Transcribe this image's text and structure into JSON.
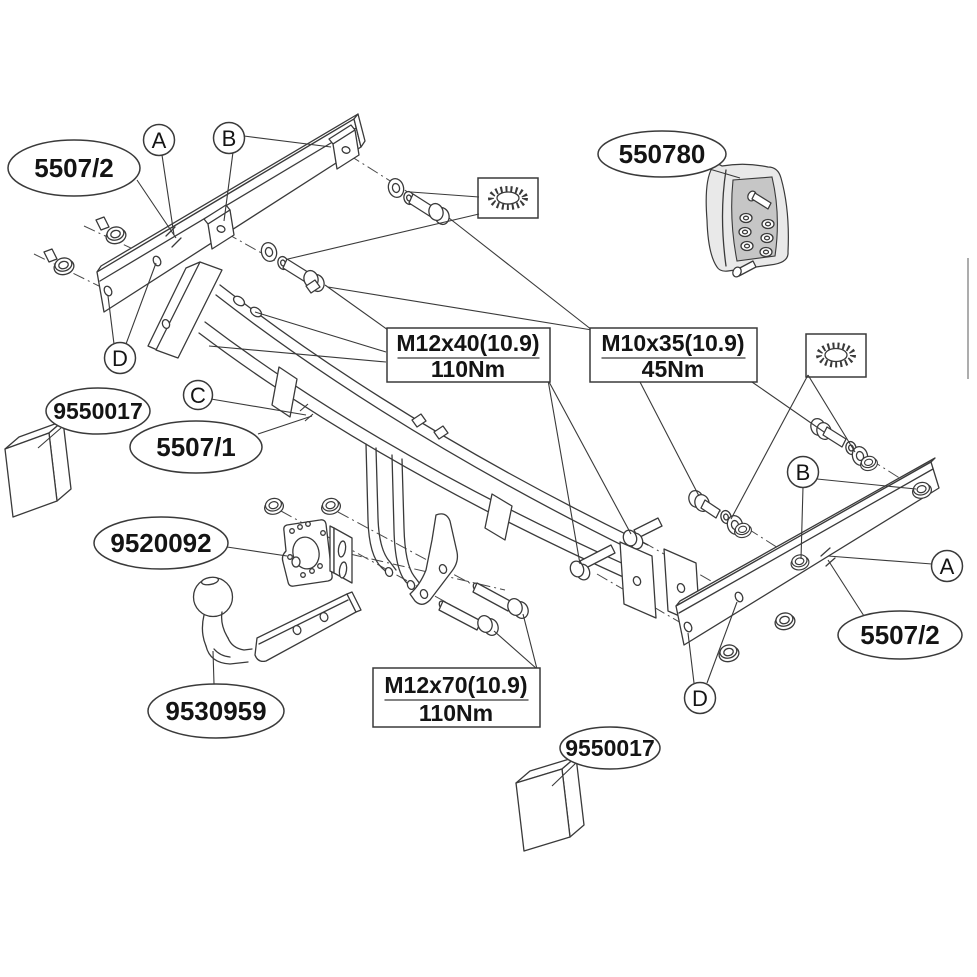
{
  "diagram": {
    "type": "exploded-parts-diagram",
    "subject": "towbar-assembly-fitting-instructions",
    "colors": {
      "background": "#ffffff",
      "line": "#3a3a3a",
      "label_text": "#141414",
      "bag_shade": "#c6c6c6"
    },
    "callouts": {
      "rail_left_kit": "5507/2",
      "fixings_bag": "550780",
      "spacer_left": "9550017",
      "crossbar": "5507/1",
      "flange_plate": "9520092",
      "towball": "9530959",
      "rail_right_kit": "5507/2",
      "spacer_bottom": "9550017"
    },
    "ref_markers": {
      "a_top": "A",
      "b_top": "B",
      "d_left": "D",
      "c_center": "C",
      "b_right": "B",
      "a_right": "A",
      "d_right": "D"
    },
    "torque_specs": {
      "m12x40": {
        "bolt": "M12x40(10.9)",
        "torque": "110Nm"
      },
      "m10x35": {
        "bolt": "M10x35(10.9)",
        "torque": "45Nm"
      },
      "m12x70": {
        "bolt": "M12x70(10.9)",
        "torque": "110Nm"
      }
    }
  }
}
